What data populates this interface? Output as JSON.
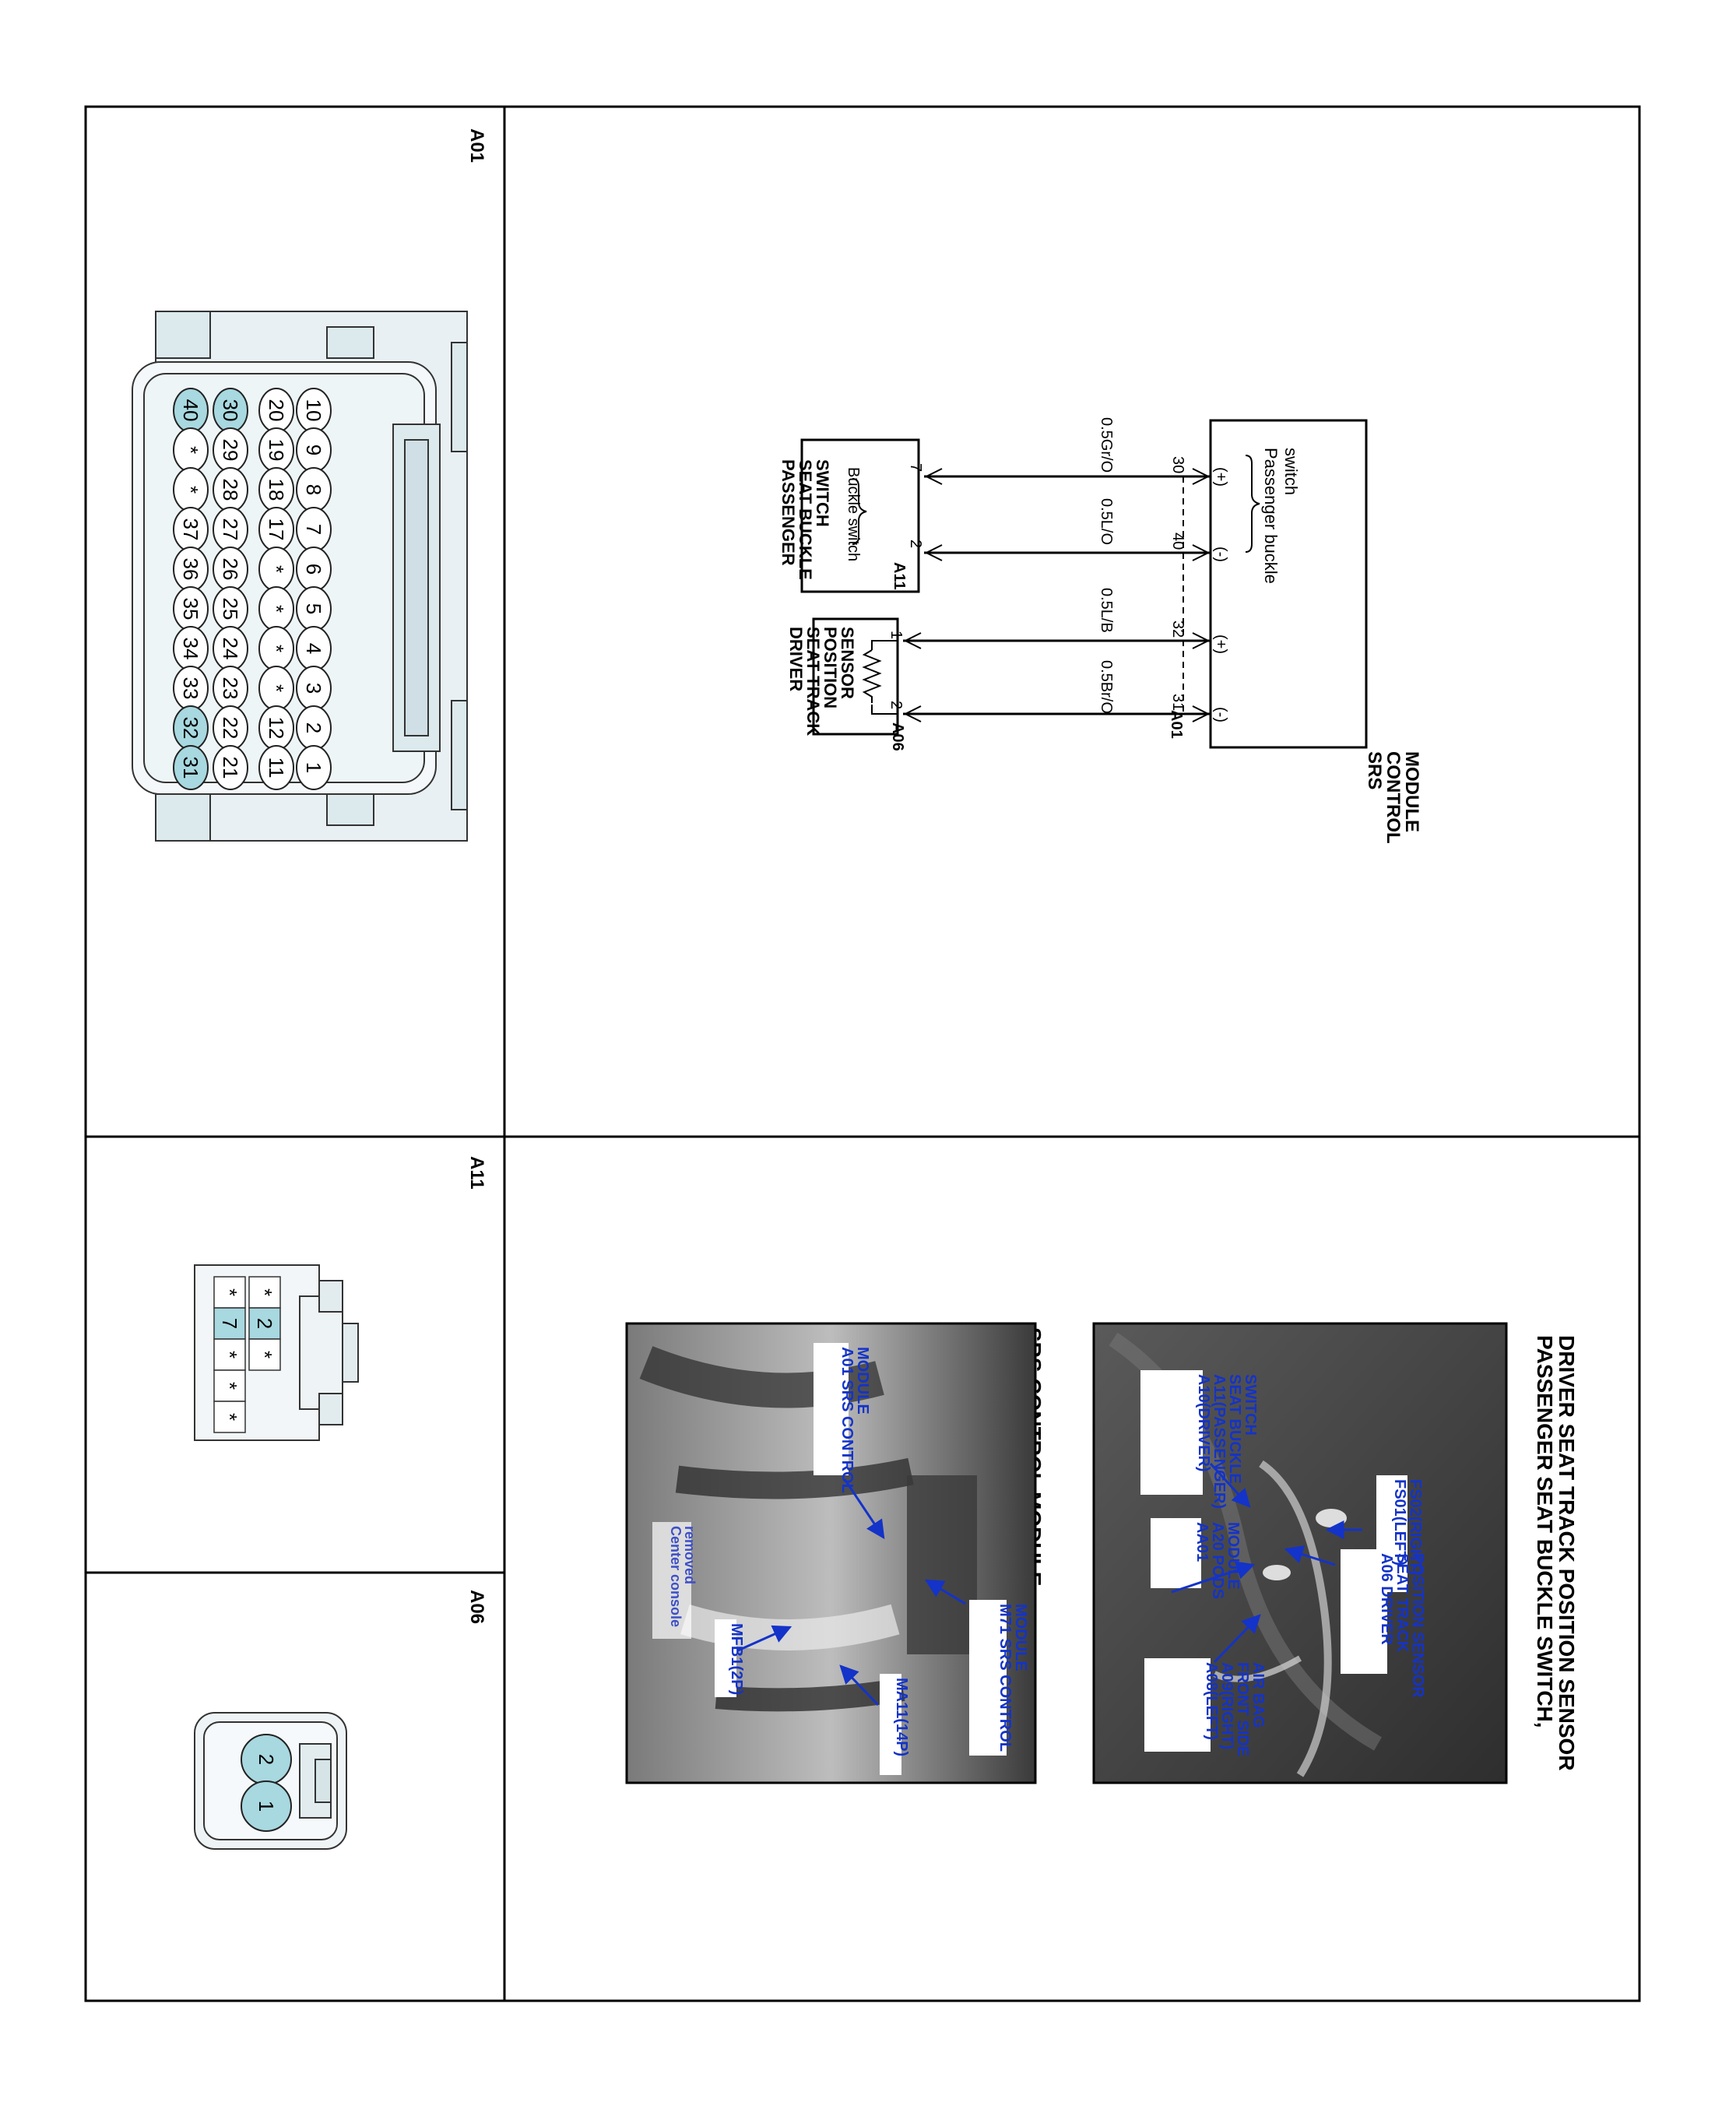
{
  "connectors": {
    "a01": {
      "id": "A01",
      "row1": [
        "10",
        "9",
        "8",
        "7",
        "6",
        "5",
        "4",
        "3",
        "2",
        "1"
      ],
      "row2": [
        "20",
        "19",
        "18",
        "17",
        "*",
        "*",
        "*",
        "*",
        "12",
        "11"
      ],
      "row3": [
        "30",
        "29",
        "28",
        "27",
        "26",
        "25",
        "24",
        "23",
        "22",
        "21"
      ],
      "row4": [
        "40",
        "*",
        "*",
        "37",
        "36",
        "35",
        "34",
        "33",
        "32",
        "31"
      ],
      "highlighted": [
        "30",
        "40",
        "31",
        "32"
      ]
    },
    "a11": {
      "id": "A11",
      "row1": [
        "*",
        "2",
        "*"
      ],
      "row2": [
        "*",
        "7",
        "*",
        "*",
        "*"
      ],
      "highlighted": [
        "2",
        "7"
      ]
    },
    "a06": {
      "id": "A06",
      "pins": [
        "2",
        "1"
      ],
      "highlighted": [
        "2",
        "1"
      ]
    }
  },
  "schematic": {
    "srs_module": {
      "title": [
        "SRS",
        "CONTROL",
        "MODULE"
      ],
      "internal_label": [
        "Passenger buckle",
        "switch"
      ],
      "connector": "A01",
      "pins": [
        {
          "pin": "30",
          "sign": "(+)"
        },
        {
          "pin": "40",
          "sign": "(-)"
        },
        {
          "pin": "32",
          "sign": "(+)"
        },
        {
          "pin": "31",
          "sign": "(-)"
        }
      ]
    },
    "wires": [
      "0.5Gr/O",
      "0.5L/O",
      "0.5L/B",
      "0.5Br/O"
    ],
    "buckle_switch": {
      "title": [
        "PASSENGER",
        "SEAT BUCKLE",
        "SWITCH"
      ],
      "internal_label": "Buckle switch",
      "connector": "A11",
      "pins": [
        "7",
        "2"
      ]
    },
    "track_sensor": {
      "title": [
        "DRIVER",
        "SEAT TRACK",
        "POSITION",
        "SENSOR"
      ],
      "connector": "A06",
      "pins": [
        "1",
        "2"
      ]
    }
  },
  "photos": {
    "seat_photo": {
      "title": [
        "PASSENGER SEAT BUCKLE SWITCH,",
        "DRIVER SEAT TRACK POSITION SENSOR"
      ],
      "callouts": {
        "fs01": [
          "FS01(LEFT)",
          "FS02(RIGHT)"
        ],
        "a10": [
          "A10(DRIVER)",
          "A11(PASSENGER)",
          "SEAT BUCKLE",
          "SWITCH"
        ],
        "a06": [
          "A06 DRIVER",
          "SEAT TRACK",
          "POSITION SENSOR"
        ],
        "aa01": [
          "AA01",
          "A20 PODS",
          "MODULE"
        ],
        "a08": [
          "A08(LEFT)",
          "A09(RIGHT)",
          "FRONT SIDE",
          "AIR BAG"
        ]
      }
    },
    "srs_photo": {
      "title": "SRS CONTROL MODULE",
      "callouts": {
        "a01": [
          "A01 SRS CONTROL",
          "MODULE"
        ],
        "m71": [
          "M71 SRS CONTROL",
          "MODULE"
        ],
        "ma11": "MA11(14P)",
        "mfb1": "MFB1(2P)",
        "console": [
          "Center console",
          "removed"
        ]
      }
    }
  },
  "colors": {
    "line": "#000000",
    "pin_highlight": "#a8d8e0",
    "connector_fill": "#dce9ed",
    "callout_text": "#1433c8",
    "photo_dark": "#4a4a4a"
  }
}
